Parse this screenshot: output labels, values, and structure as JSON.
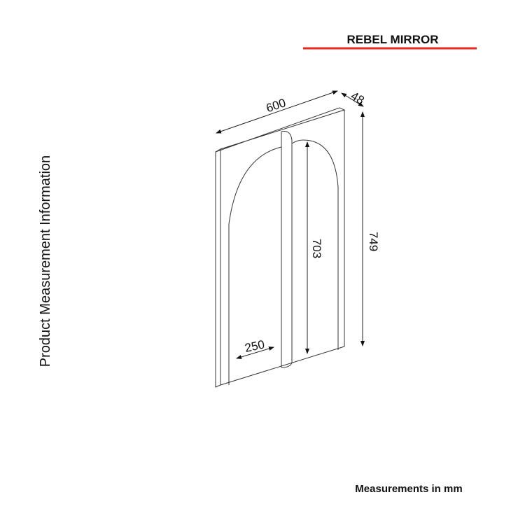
{
  "title": "REBEL MIRROR",
  "side_label": "Product Measurement Information",
  "footer": "Measurements in mm",
  "accent_color": "#e8281e",
  "dimensions": {
    "width": "600",
    "depth": "48",
    "height": "749",
    "mirror_height": "703",
    "mirror_width": "250"
  }
}
